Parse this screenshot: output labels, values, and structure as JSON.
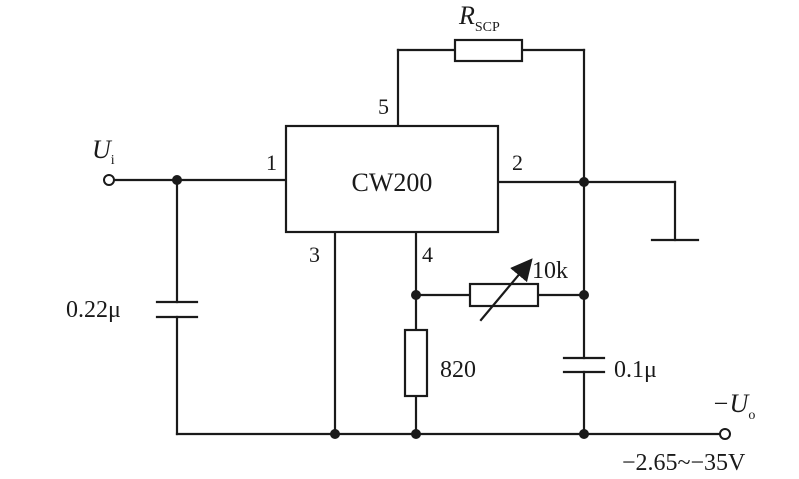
{
  "ic": {
    "name": "CW200",
    "pins": {
      "p1": "1",
      "p2": "2",
      "p3": "3",
      "p4": "4",
      "p5": "5"
    }
  },
  "input": {
    "symbol": "U",
    "subscript": "i"
  },
  "output": {
    "symbol": "−U",
    "subscript": "o",
    "range": "−2.65~−35V"
  },
  "components": {
    "rscp": {
      "symbol": "R",
      "subscript": "SCP"
    },
    "c_in": {
      "value": "0.22μ"
    },
    "r_fixed": {
      "value": "820"
    },
    "pot": {
      "value": "10k"
    },
    "c_out": {
      "value": "0.1μ"
    }
  }
}
